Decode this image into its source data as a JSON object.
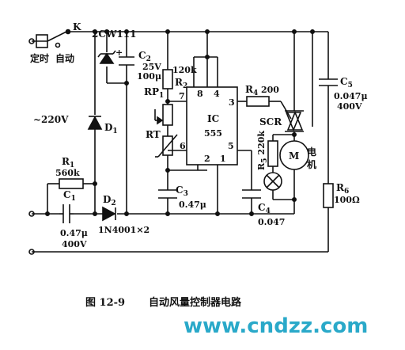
{
  "labels": {
    "k": "K",
    "zener": "2CW111",
    "timer": "定时",
    "auto": "自动",
    "c2_name": "C",
    "c2_sub": "2",
    "c2_v": "25V",
    "c2_val": "100μ",
    "r2_val": "120k",
    "r2_name": "R",
    "r2_sub": "2",
    "rp1_name": "RP",
    "rp1_sub": "1",
    "r4_name": "R",
    "r4_sub": "4",
    "r4_val": "200",
    "c5_name": "C",
    "c5_sub": "5",
    "c5_val": "0.047μ",
    "c5_v": "400V",
    "ac": "~220V",
    "d1_name": "D",
    "d1_sub": "1",
    "pin8": "8",
    "pin4": "4",
    "pin7": "7",
    "pin3": "3",
    "pin6": "6",
    "pin2": "2",
    "pin1": "1",
    "pin5": "5",
    "ic_name": "IC",
    "ic_model": "555",
    "rt_name": "RT",
    "scr": "SCR",
    "r5_name": "R",
    "r5_sub": "5",
    "r5_val": "220k",
    "motor": "M",
    "motor_cn1": "电",
    "motor_cn2": "机",
    "r1_name": "R",
    "r1_sub": "1",
    "r1_val": "560k",
    "c1_name": "C",
    "c1_sub": "1",
    "c1_val": "0.47μ",
    "c1_v": "400V",
    "d2_name": "D",
    "d2_sub": "2",
    "diode_model": "1N4001×2",
    "c3_name": "C",
    "c3_sub": "3",
    "c3_val": "0.47μ",
    "c4_name": "C",
    "c4_sub": "4",
    "c4_val": "0.047",
    "r6_name": "R",
    "r6_sub": "6",
    "r6_val": "100Ω"
  },
  "caption": {
    "figure": "图 12-9",
    "title": "自动风量控制器电路"
  },
  "watermark": "www.cndzz.com"
}
